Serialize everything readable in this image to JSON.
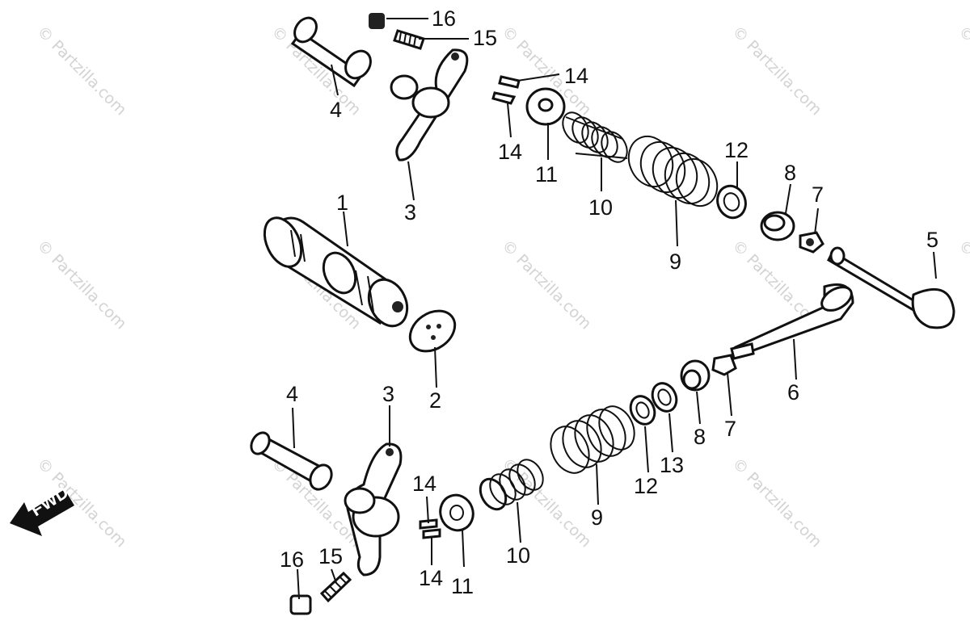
{
  "watermark": "© Partzilla.com",
  "fwd_label": "FWD",
  "colors": {
    "line": "#111111",
    "watermark": "#d3d3d3",
    "background": "#ffffff"
  },
  "callouts": {
    "c1": "1",
    "c2": "2",
    "c3a": "3",
    "c3b": "3",
    "c4a": "4",
    "c4b": "4",
    "c5": "5",
    "c6": "6",
    "c7a": "7",
    "c7b": "7",
    "c8a": "8",
    "c8b": "8",
    "c9a": "9",
    "c9b": "9",
    "c10a": "10",
    "c10b": "10",
    "c11a": "11",
    "c11b": "11",
    "c12a": "12",
    "c12b": "12",
    "c13": "13",
    "c14a": "14",
    "c14b": "14",
    "c14c": "14",
    "c14d": "14",
    "c15a": "15",
    "c15b": "15",
    "c16a": "16",
    "c16b": "16"
  }
}
